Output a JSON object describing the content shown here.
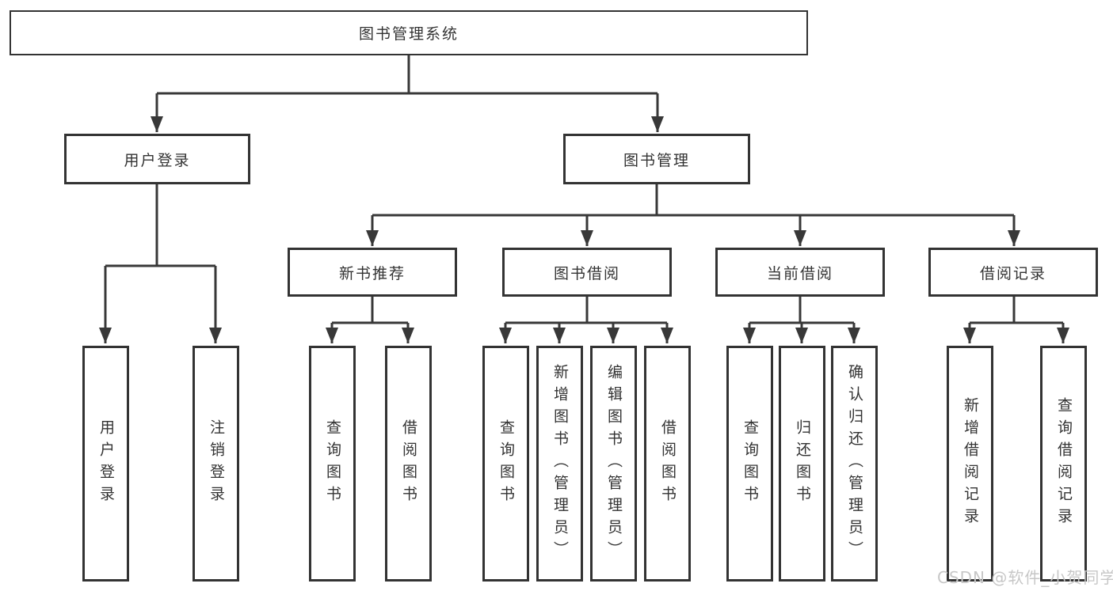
{
  "diagram": {
    "title": "图书管理系统",
    "root": {
      "label": "图书管理系统"
    },
    "branches": [
      {
        "label": "用户登录",
        "children": [
          "用户登录",
          "注销登录"
        ]
      },
      {
        "label": "图书管理",
        "groups": [
          {
            "label": "新书推荐",
            "children": [
              "查询图书",
              "借阅图书"
            ]
          },
          {
            "label": "图书借阅",
            "children": [
              "查询图书",
              "新增图书（管理员）",
              "编辑图书（管理员）",
              "借阅图书"
            ]
          },
          {
            "label": "当前借阅",
            "children": [
              "查询图书",
              "归还图书",
              "确认归还（管理员）"
            ]
          },
          {
            "label": "借阅记录",
            "children": [
              "新增借阅记录",
              "查询借阅记录"
            ]
          }
        ]
      }
    ]
  },
  "watermark": {
    "text": "CSDN @软件_小贺同学"
  },
  "colors": {
    "line": "#383838",
    "box_border": "#333333",
    "text": "#333333",
    "watermark": "#c7c7c7",
    "background": "#ffffff"
  }
}
